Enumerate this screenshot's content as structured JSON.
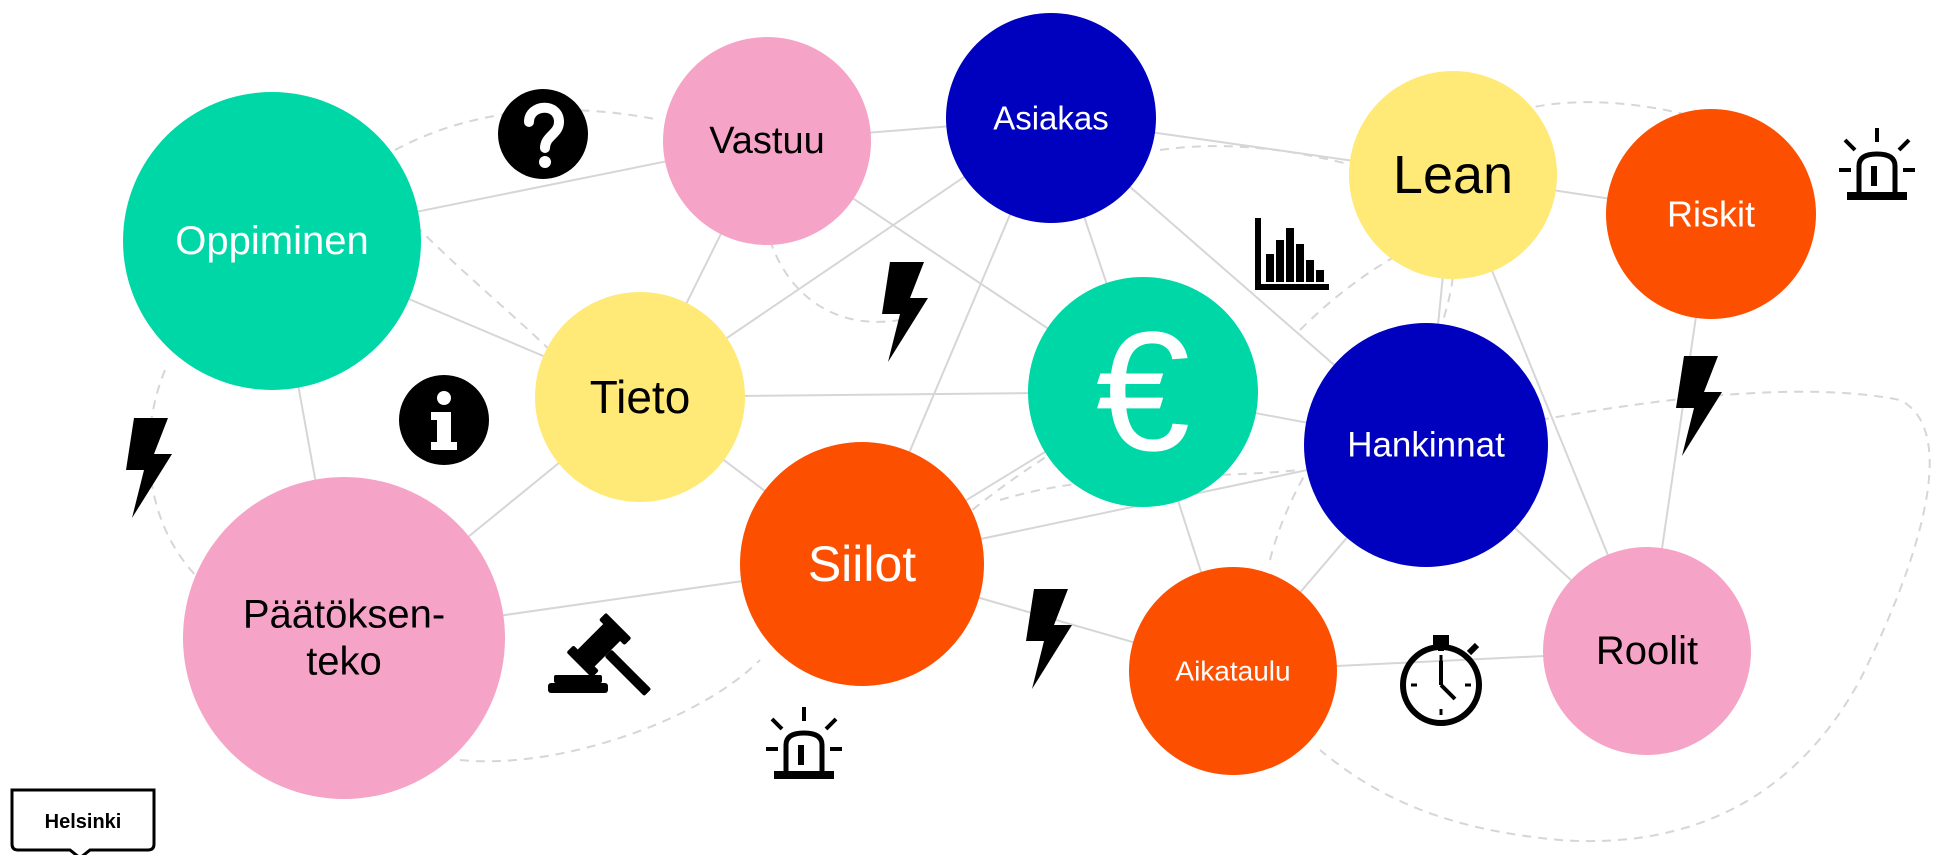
{
  "nodes": [
    {
      "id": "oppiminen",
      "label_lines": [
        "Oppiminen"
      ],
      "fill": "#00D7A7",
      "text_color": "#ffffff"
    },
    {
      "id": "vastuu",
      "label_lines": [
        "Vastuu"
      ],
      "fill": "#F5A3C7",
      "text_color": "#000000"
    },
    {
      "id": "asiakas",
      "label_lines": [
        "Asiakas"
      ],
      "fill": "#0000BF",
      "text_color": "#ffffff"
    },
    {
      "id": "lean",
      "label_lines": [
        "Lean"
      ],
      "fill": "#FFE977",
      "text_color": "#000000"
    },
    {
      "id": "riskit",
      "label_lines": [
        "Riskit"
      ],
      "fill": "#FD4F00",
      "text_color": "#ffffff"
    },
    {
      "id": "tieto",
      "label_lines": [
        "Tieto"
      ],
      "fill": "#FFE977",
      "text_color": "#000000"
    },
    {
      "id": "euro",
      "label_lines": [
        "€"
      ],
      "fill": "#00D7A7",
      "text_color": "#ffffff"
    },
    {
      "id": "hankinnat",
      "label_lines": [
        "Hankinnat"
      ],
      "fill": "#0000BF",
      "text_color": "#ffffff"
    },
    {
      "id": "paatoksenteko",
      "label_lines": [
        "Päätöksen-",
        "teko"
      ],
      "fill": "#F5A3C7",
      "text_color": "#000000"
    },
    {
      "id": "siilot",
      "label_lines": [
        "Siilot"
      ],
      "fill": "#FD4F00",
      "text_color": "#ffffff"
    },
    {
      "id": "aikataulu",
      "label_lines": [
        "Aikataulu"
      ],
      "fill": "#FD4F00",
      "text_color": "#ffffff"
    },
    {
      "id": "roolit",
      "label_lines": [
        "Roolit"
      ],
      "fill": "#F5A3C7",
      "text_color": "#000000"
    }
  ],
  "connections": [
    [
      "oppiminen",
      "vastuu"
    ],
    [
      "oppiminen",
      "tieto"
    ],
    [
      "oppiminen",
      "paatoksenteko"
    ],
    [
      "vastuu",
      "asiakas"
    ],
    [
      "vastuu",
      "tieto"
    ],
    [
      "vastuu",
      "euro"
    ],
    [
      "asiakas",
      "lean"
    ],
    [
      "asiakas",
      "tieto"
    ],
    [
      "asiakas",
      "euro"
    ],
    [
      "asiakas",
      "hankinnat"
    ],
    [
      "asiakas",
      "siilot"
    ],
    [
      "lean",
      "riskit"
    ],
    [
      "lean",
      "hankinnat"
    ],
    [
      "lean",
      "roolit"
    ],
    [
      "riskit",
      "roolit"
    ],
    [
      "tieto",
      "euro"
    ],
    [
      "tieto",
      "siilot"
    ],
    [
      "tieto",
      "paatoksenteko"
    ],
    [
      "euro",
      "siilot"
    ],
    [
      "euro",
      "hankinnat"
    ],
    [
      "euro",
      "aikataulu"
    ],
    [
      "hankinnat",
      "siilot"
    ],
    [
      "hankinnat",
      "aikataulu"
    ],
    [
      "hankinnat",
      "roolit"
    ],
    [
      "paatoksenteko",
      "siilot"
    ],
    [
      "siilot",
      "aikataulu"
    ],
    [
      "aikataulu",
      "roolit"
    ]
  ],
  "icons": [
    {
      "name": "question-icon",
      "type": "question"
    },
    {
      "name": "info-icon",
      "type": "info"
    },
    {
      "name": "lightning-icon-left",
      "type": "lightning"
    },
    {
      "name": "lightning-icon-center",
      "type": "lightning"
    },
    {
      "name": "lightning-icon-bottom",
      "type": "lightning"
    },
    {
      "name": "lightning-icon-right",
      "type": "lightning"
    },
    {
      "name": "bar-chart-icon",
      "type": "barchart"
    },
    {
      "name": "alarm-light-icon-top",
      "type": "alarm"
    },
    {
      "name": "alarm-light-icon-bottom",
      "type": "alarm"
    },
    {
      "name": "gavel-icon",
      "type": "gavel"
    },
    {
      "name": "stopwatch-icon",
      "type": "stopwatch"
    }
  ],
  "logo": {
    "text": "Helsinki"
  },
  "colors": {
    "line": "#D6D6D6",
    "dashed_line": "#D6D6D6",
    "icon": "#000000"
  }
}
